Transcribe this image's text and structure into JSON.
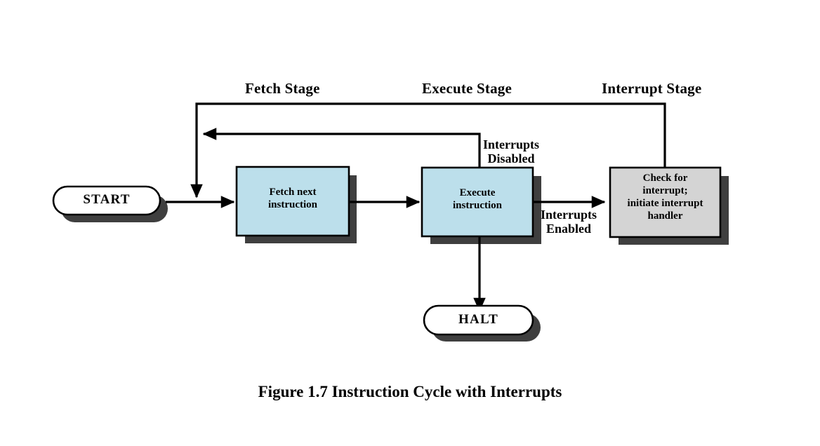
{
  "figure": {
    "caption": "Figure 1.7  Instruction Cycle with Interrupts",
    "colors": {
      "process_fill": "#bcdfeb",
      "interrupt_fill": "#d4d4d4",
      "terminator_fill": "#ffffff",
      "shadow": "#3f3f3f",
      "stroke": "#000000",
      "background": "#ffffff"
    }
  },
  "stages": [
    {
      "id": "fetch-stage",
      "label": "Fetch Stage"
    },
    {
      "id": "execute-stage",
      "label": "Execute Stage"
    },
    {
      "id": "interrupt-stage",
      "label": "Interrupt Stage"
    }
  ],
  "nodes": {
    "start": {
      "label": "START",
      "shape": "terminator"
    },
    "fetch": {
      "line1": "Fetch next",
      "line2": "instruction",
      "shape": "process"
    },
    "execute": {
      "line1": "Execute",
      "line2": "instruction",
      "shape": "process"
    },
    "interrupt": {
      "line1": "Check for",
      "line2": "interrupt;",
      "line3": "initiate interrupt",
      "line4": "handler",
      "shape": "process"
    },
    "halt": {
      "label": "HALT",
      "shape": "terminator"
    }
  },
  "edge_labels": {
    "interrupts_disabled": {
      "line1": "Interrupts",
      "line2": "Disabled"
    },
    "interrupts_enabled": {
      "line1": "Interrupts",
      "line2": "Enabled"
    }
  }
}
